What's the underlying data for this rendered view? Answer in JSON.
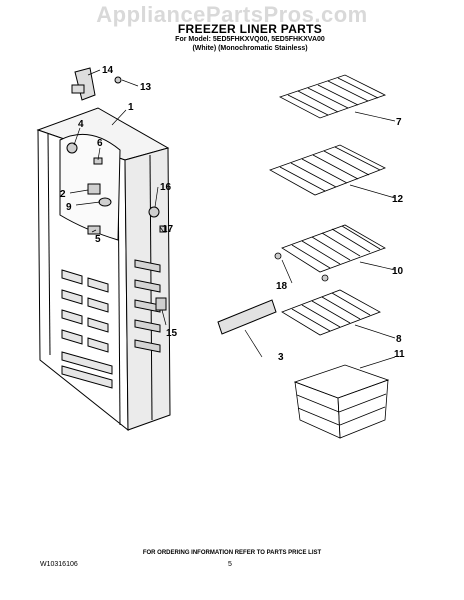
{
  "watermark": "AppliancePartsPros.com",
  "header": {
    "title": "FREEZER LINER PARTS",
    "model_line": "For Model: 5ED5FHKXVQ00, 5ED5FHKXVA00",
    "variant_line": "(White) (Monochromatic Stainless)"
  },
  "callouts": [
    "14",
    "13",
    "1",
    "4",
    "6",
    "2",
    "9",
    "5",
    "16",
    "17",
    "15",
    "3",
    "7",
    "12",
    "10",
    "18",
    "8",
    "11"
  ],
  "footer": {
    "note": "FOR ORDERING INFORMATION REFER TO PARTS PRICE LIST",
    "doc_number": "W10316106",
    "page_number": "5"
  }
}
